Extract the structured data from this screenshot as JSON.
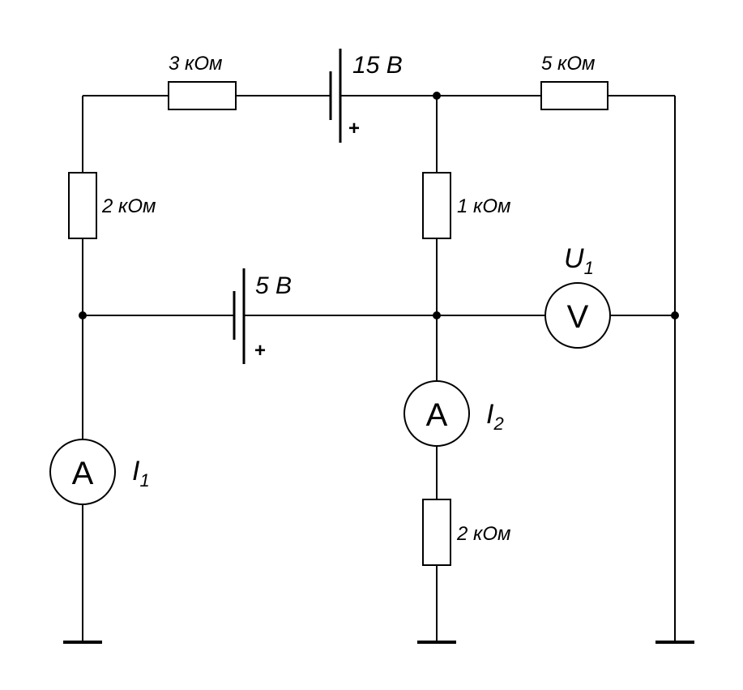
{
  "resistors": {
    "r_top_left": "3 кОм",
    "r_top_right": "5 кОм",
    "r_left": "2 кОм",
    "r_middle": "1 кОм",
    "r_bottom": "2 кОм"
  },
  "sources": {
    "top_battery": "15 В",
    "middle_battery": "5 В",
    "plus_sign": "+"
  },
  "meters": {
    "ammeter_symbol": "A",
    "voltmeter_symbol": "V",
    "i1": {
      "symbol": "I",
      "sub": "1"
    },
    "i2": {
      "symbol": "I",
      "sub": "2"
    },
    "u1": {
      "symbol": "U",
      "sub": "1"
    }
  }
}
